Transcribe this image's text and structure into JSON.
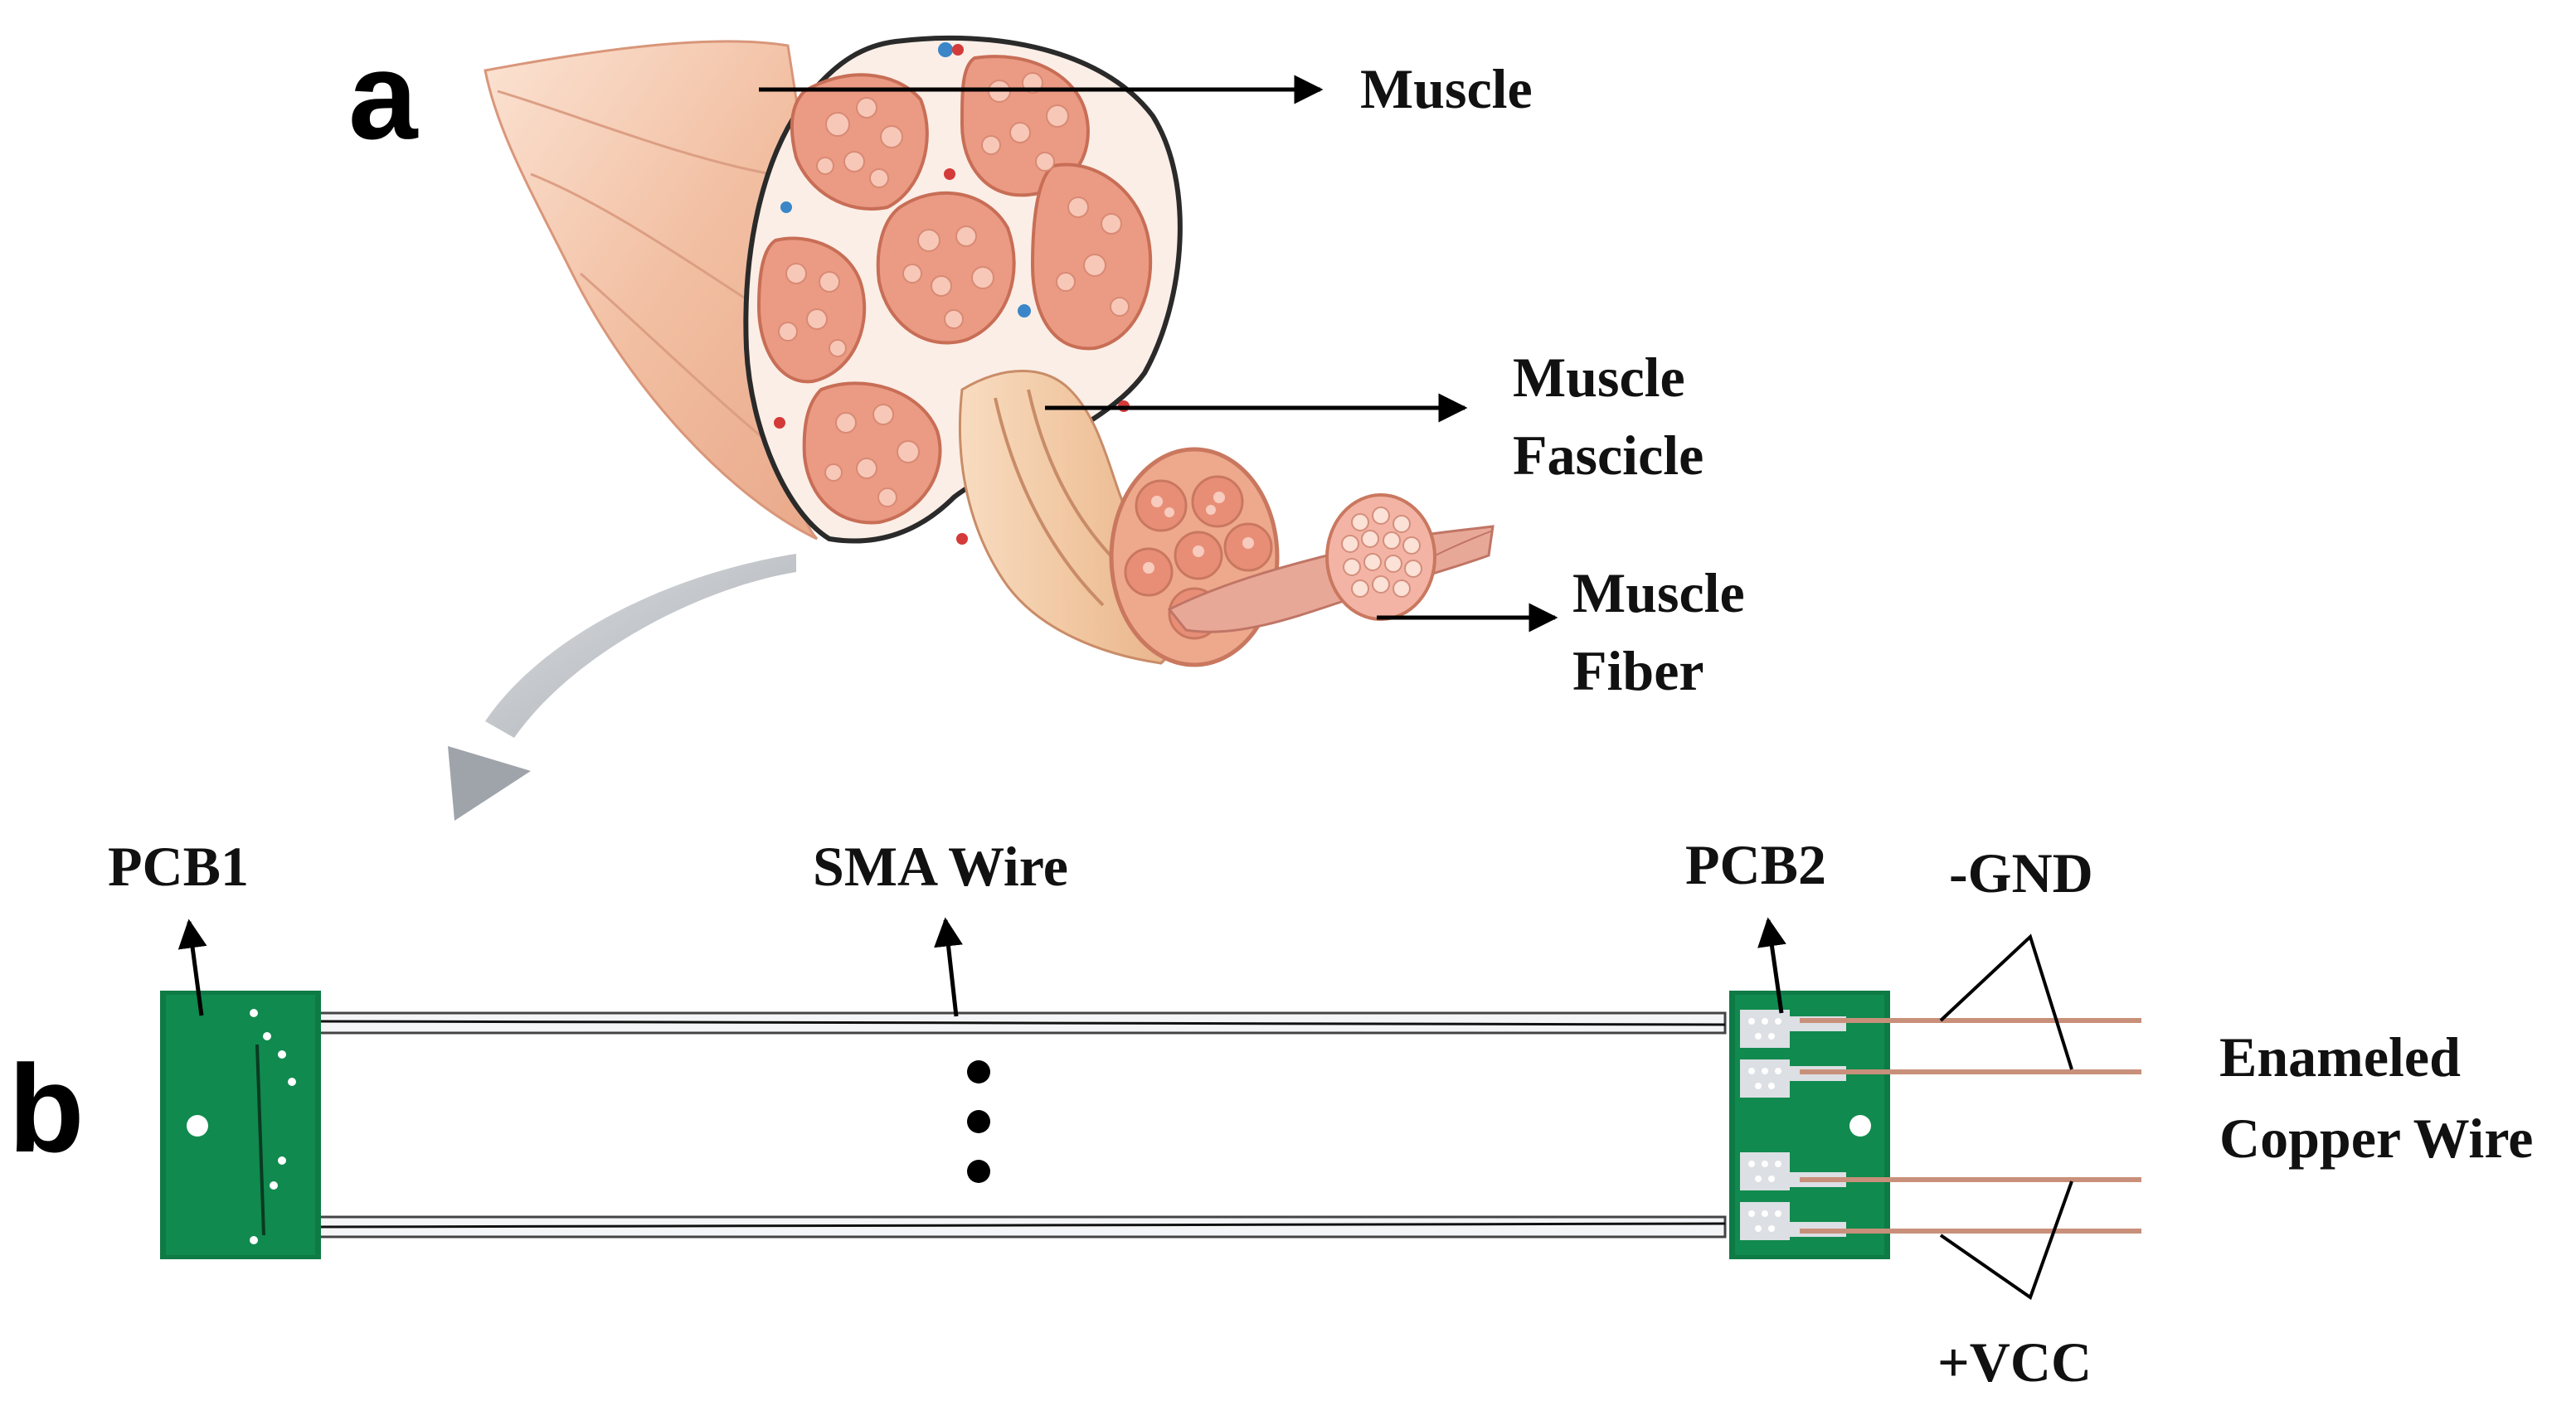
{
  "panels": {
    "a": "a",
    "b": "b"
  },
  "labels": {
    "muscle": "Muscle",
    "fascicle_line1": "Muscle",
    "fascicle_line2": "Fascicle",
    "fiber_line1": "Muscle",
    "fiber_line2": "Fiber",
    "pcb1": "PCB1",
    "sma_wire": "SMA Wire",
    "pcb2": "PCB2",
    "gnd": "-GND",
    "enameled_line1": "Enameled",
    "enameled_line2": "Copper Wire",
    "vcc": "+VCC"
  },
  "colors": {
    "pcb_green": "#0e7a45",
    "copper": "#c8907a",
    "muscle_skin": "#f1c3a6",
    "fascicle_fill": "#eb9a84",
    "fiber_dot": "#f7c8b8",
    "arrow_gray": "#a9adb2"
  }
}
